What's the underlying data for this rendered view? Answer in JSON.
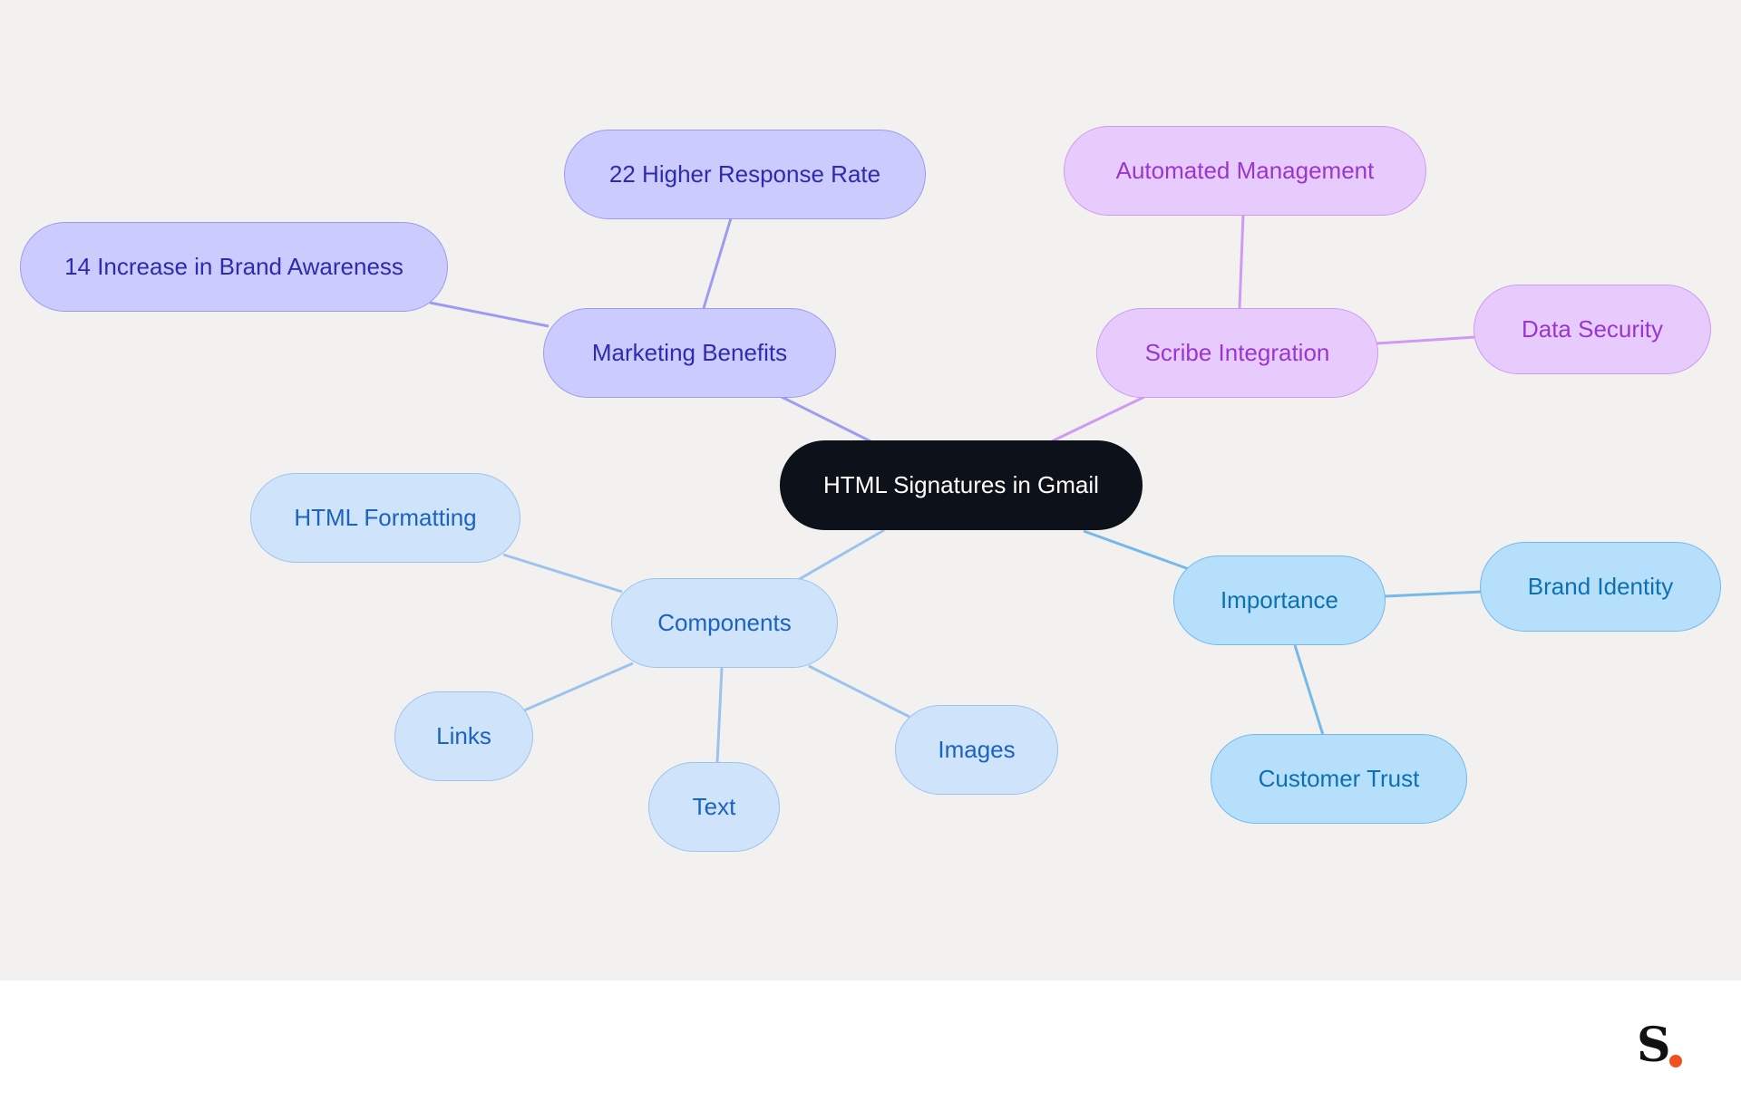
{
  "mindmap": {
    "root": "HTML Signatures in Gmail",
    "branches": [
      {
        "label": "Marketing Benefits",
        "children": [
          "22 Higher Response Rate",
          "14 Increase in Brand Awareness"
        ]
      },
      {
        "label": "Scribe Integration",
        "children": [
          "Automated Management",
          "Data Security"
        ]
      },
      {
        "label": "Components",
        "children": [
          "HTML Formatting",
          "Links",
          "Text",
          "Images"
        ]
      },
      {
        "label": "Importance",
        "children": [
          "Brand Identity",
          "Customer Trust"
        ]
      }
    ]
  },
  "colors": {
    "background": "#f3f1f0",
    "root_fill": "#0c111a",
    "marketing_fill": "#cbcbfd",
    "marketing_edge": "#9b9cf0",
    "scribe_fill": "#e8cbfd",
    "scribe_edge": "#cf9af3",
    "components_fill": "#cfe3fa",
    "components_edge": "#9cc3ee",
    "importance_fill": "#b6dffc",
    "importance_edge": "#74b9ea",
    "logo_dot": "#f0501d"
  },
  "logo": {
    "letter": "S"
  }
}
